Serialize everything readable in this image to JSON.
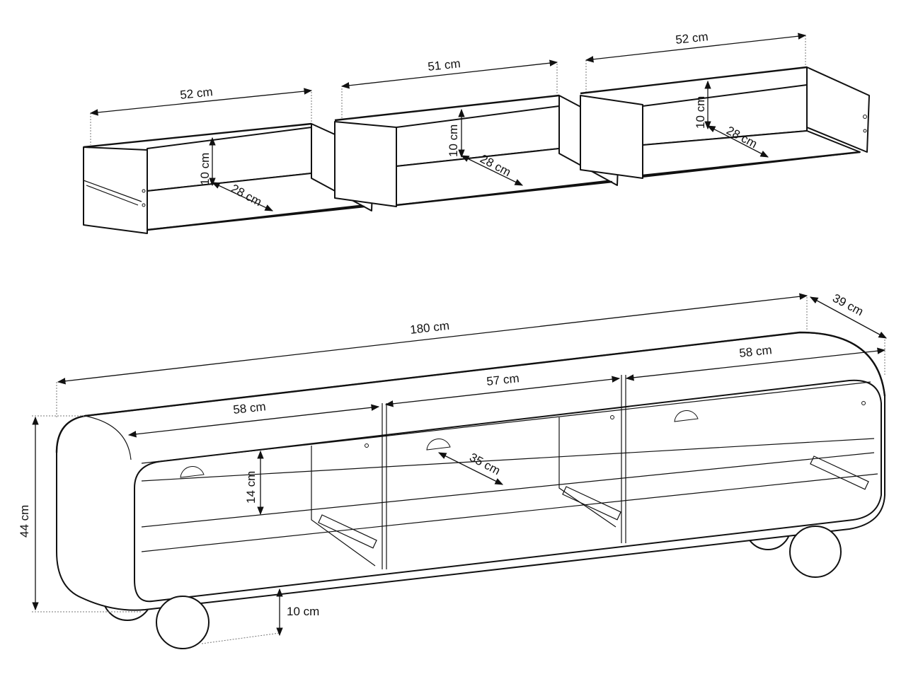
{
  "drawers": [
    {
      "width": "52 cm",
      "height": "10 cm",
      "depth": "28 cm"
    },
    {
      "width": "51 cm",
      "height": "10 cm",
      "depth": "28 cm"
    },
    {
      "width": "52 cm",
      "height": "10 cm",
      "depth": "28 cm"
    }
  ],
  "cabinet": {
    "total_width": "180 cm",
    "depth": "39 cm",
    "height": "44 cm",
    "leg_height": "10 cm",
    "compartment_left": "58 cm",
    "compartment_middle": "57 cm",
    "compartment_right": "58 cm",
    "shelf_depth": "35 cm",
    "shelf_gap": "14 cm"
  }
}
